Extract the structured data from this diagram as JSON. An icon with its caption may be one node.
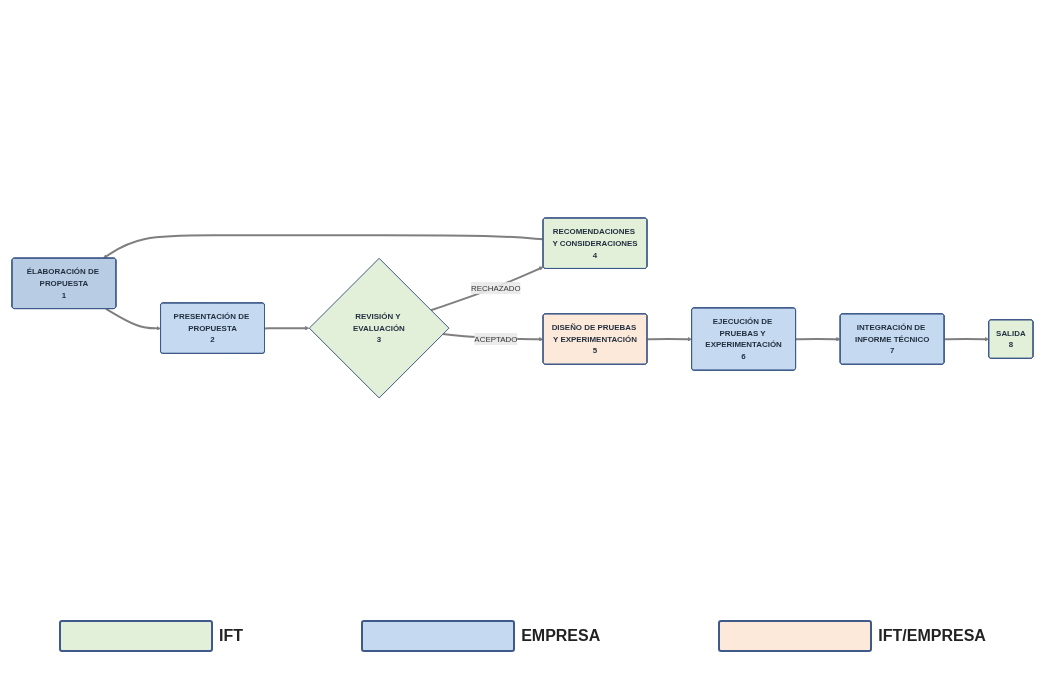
{
  "diagram": {
    "nodes": [
      {
        "text": [
          "ÉLABORACIÓN DE PROPUESTA",
          "1"
        ]
      },
      {
        "text": [
          "PRESENTACIÓN DE PROPUESTA",
          "2"
        ]
      },
      {
        "text": [
          "REVISIÓN Y EVALUACIÓN",
          "3"
        ]
      },
      {
        "text": [
          "RECOMENDACIONES Y CONSIDERACIONES",
          "4"
        ]
      },
      {
        "text": [
          "DISEÑO DE PRUEBAS Y EXPERIMENTACIÓN",
          "5"
        ]
      },
      {
        "text": [
          "EJECUCIÓN DE PRUEBAS Y EXPERIMENTACIÓN",
          "6"
        ]
      },
      {
        "text": [
          "INTEGRACIÓN DE INFORME TÉCNICO",
          "7"
        ]
      },
      {
        "text": [
          "SALIDA",
          "8"
        ]
      }
    ],
    "edges": [
      {
        "from": 0,
        "to": 1,
        "arrow": "to"
      },
      {
        "from": 1,
        "to": 2,
        "arrow": "to"
      },
      {
        "from": 2,
        "to": 3,
        "arrow": "to",
        "label": "RECHAZADO"
      },
      {
        "from": 3,
        "to": 0,
        "arrow": "to"
      },
      {
        "from": 2,
        "to": 4,
        "arrow": "to",
        "label": "ACEPTADO"
      },
      {
        "from": 4,
        "to": 5,
        "arrow": "to"
      },
      {
        "from": 5,
        "to": 6,
        "arrow": "to"
      },
      {
        "from": 6,
        "to": 7,
        "arrow": "to"
      }
    ],
    "legend": [
      {
        "text": "IFT",
        "color": "#e2efd9"
      },
      {
        "text": "EMPRESA",
        "color": "#c5d9f0"
      },
      {
        "text": "IFT/EMPRESA",
        "color": "#fde9d9"
      }
    ]
  }
}
